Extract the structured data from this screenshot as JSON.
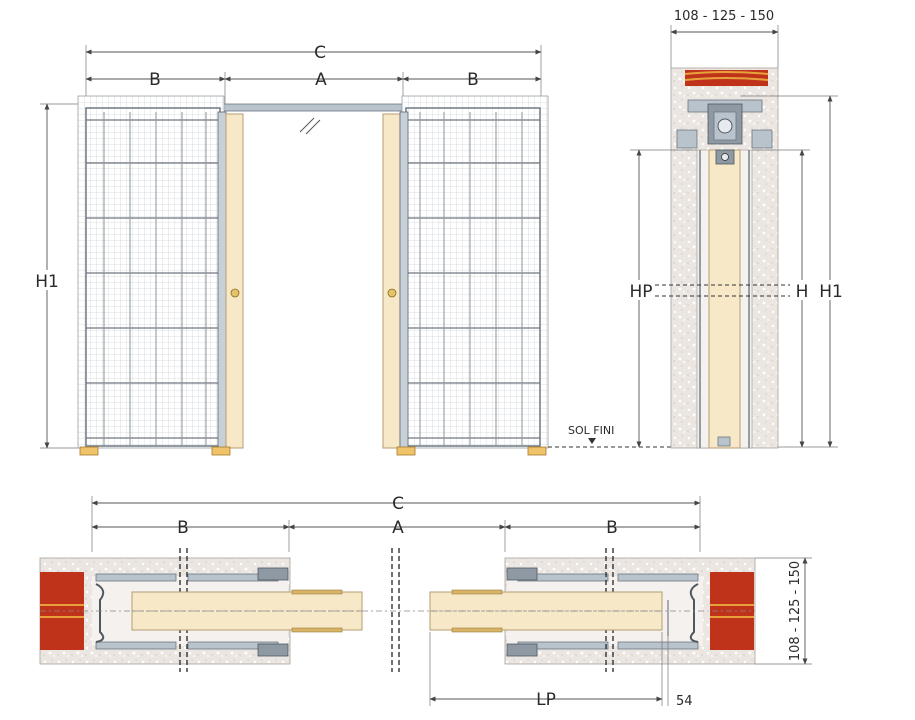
{
  "front_view": {
    "dim_overall": "C",
    "dim_left_pocket": "B",
    "dim_opening": "A",
    "dim_right_pocket": "B",
    "dim_height": "H1"
  },
  "section_view": {
    "dim_thickness": "108 - 125 - 150",
    "dim_pocket_height": "HP",
    "dim_door_height": "H",
    "dim_total_height": "H1",
    "floor_label": "SOL FINI"
  },
  "plan_view": {
    "dim_overall": "C",
    "dim_left_pocket": "B",
    "dim_opening": "A",
    "dim_right_pocket": "B",
    "dim_thickness": "108 - 125 - 150",
    "dim_leaf_width": "LP",
    "dim_offset": "54"
  },
  "colors": {
    "brick": "#c0331b",
    "door_leaf": "#f7e8c8",
    "steel_frame": "#b9c3cc"
  }
}
